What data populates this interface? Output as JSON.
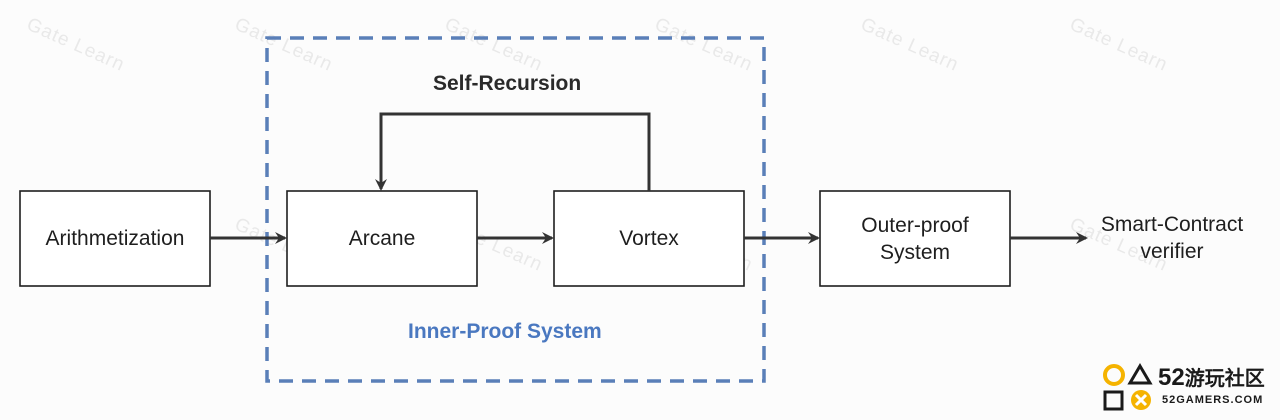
{
  "diagram": {
    "nodes": {
      "arithmetization": "Arithmetization",
      "arcane": "Arcane",
      "vortex": "Vortex",
      "outer_proof": "Outer-proof\nSystem",
      "verifier": "Smart-Contract\nverifier"
    },
    "self_recursion_label": "Self-Recursion",
    "inner_group_label": "Inner-Proof System",
    "colors": {
      "box_border": "#1e1e1e",
      "group_border": "#5a7fb8",
      "group_label": "#4a78c0"
    }
  },
  "watermark": {
    "text": "Gate Learn"
  },
  "logo": {
    "number": "52",
    "name": "游玩社区",
    "sub": "52GAMERS.COM",
    "icon": "playstation-shapes-icon"
  }
}
